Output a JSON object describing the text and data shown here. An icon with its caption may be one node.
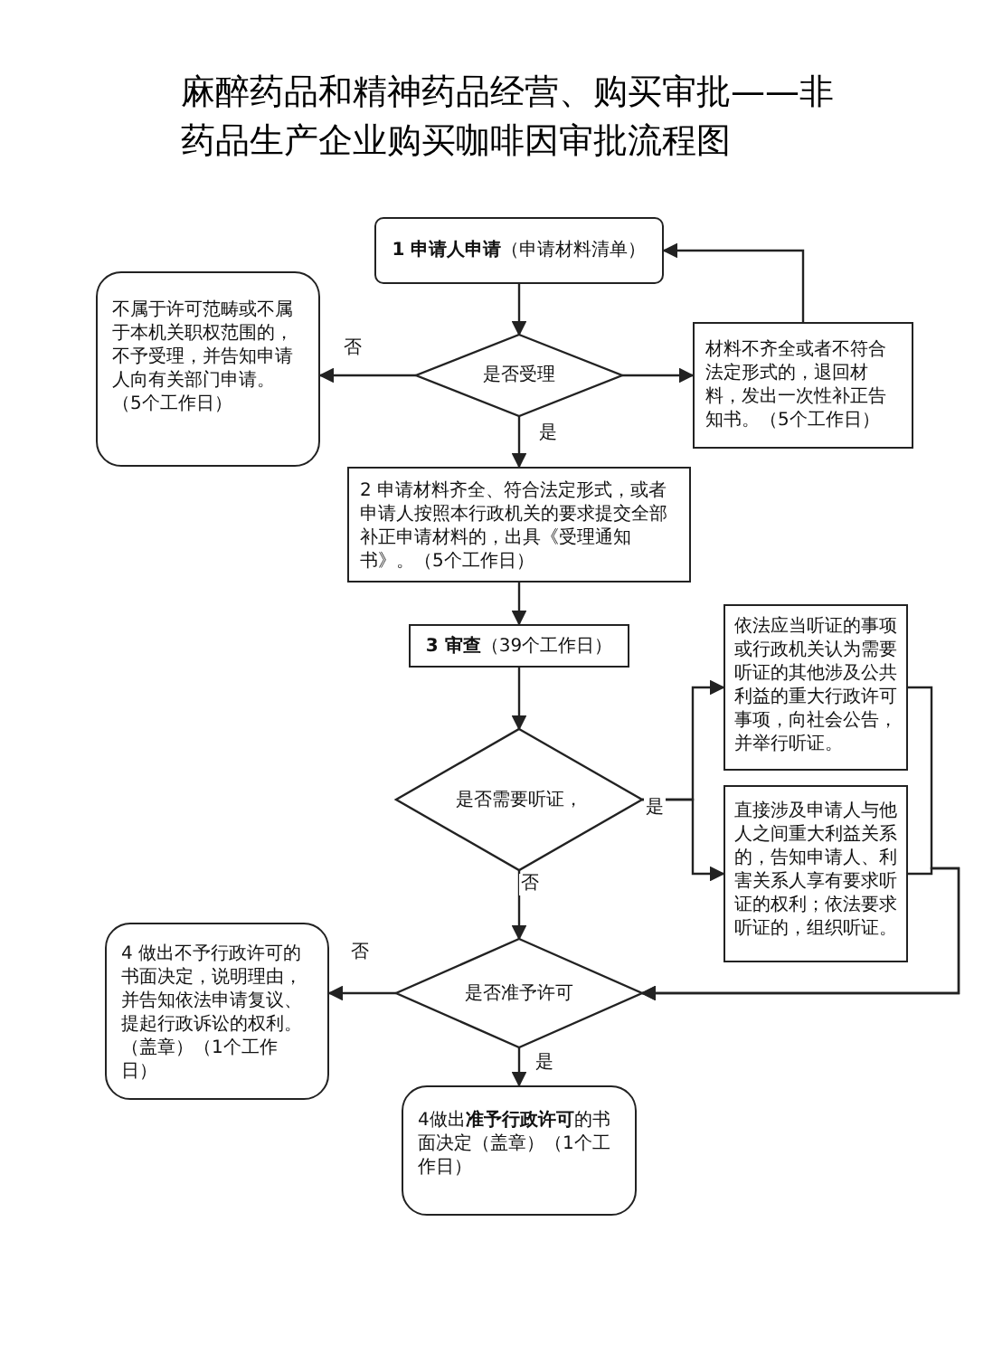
{
  "diagram": {
    "title": "麻醉药品和精神药品经营、购买审批——非药品生产企业购买咖啡因审批流程图",
    "nodes": [
      {
        "text": [
          "**1 申请人申请**（申请材料清单）"
        ]
      },
      {
        "text": [
          "不属于许可范畴或不属于本机关职权范围的，不予受理，并告知申请人向有关部门申请。（5个工作日）"
        ]
      },
      {
        "text": [
          "是否受理"
        ]
      },
      {
        "text": [
          "材料不齐全或者不符合法定形式的，退回材料，发出一次性补正告知书。（5个工作日）"
        ]
      },
      {
        "text": [
          "2 申请材料齐全、符合法定形式，或者申请人按照本行政机关的要求提交全部补正申请材料的，出具《受理通知书》。（5个工作日）"
        ]
      },
      {
        "text": [
          "**3 审查**（39个工作日）"
        ]
      },
      {
        "text": [
          "是否需要听证，"
        ]
      },
      {
        "text": [
          "依法应当听证的事项或行政机关认为需要听证的其他涉及公共利益的重大行政许可事项，向社会公告，并举行听证。"
        ]
      },
      {
        "text": [
          "直接涉及申请人与他人之间重大利益关系的，告知申请人、利害关系人享有要求听证的权利；依法要求听证的，组织听证。"
        ]
      },
      {
        "text": [
          "是否准予许可"
        ]
      },
      {
        "text": [
          "4 做出不予行政许可的书面决定，说明理由，并告知依法申请复议、提起行政诉讼的权利。（盖章）（1个工作日）"
        ]
      },
      {
        "text": [
          "4做出**准予行政许可**的书面决定（盖章）（1个工作日）"
        ]
      }
    ],
    "edges": [
      {
        "from": 0,
        "to": 2,
        "arrow": "to"
      },
      {
        "from": 2,
        "to": 1,
        "arrow": "to",
        "label": "否"
      },
      {
        "from": 2,
        "to": 3,
        "arrow": "to"
      },
      {
        "from": 2,
        "to": 4,
        "arrow": "to",
        "label": "是"
      },
      {
        "from": 3,
        "to": 0,
        "arrow": "to"
      },
      {
        "from": 4,
        "to": 5,
        "arrow": "to"
      },
      {
        "from": 5,
        "to": 6,
        "arrow": "to"
      },
      {
        "from": 6,
        "to": 7,
        "arrow": "to",
        "label": "是"
      },
      {
        "from": 6,
        "to": 8,
        "arrow": "to"
      },
      {
        "from": 6,
        "to": 9,
        "arrow": "to",
        "label": "否"
      },
      {
        "from": 7,
        "to": 9,
        "arrow": "to"
      },
      {
        "from": 8,
        "to": 9,
        "arrow": "to"
      },
      {
        "from": 9,
        "to": 10,
        "arrow": "to",
        "label": "否"
      },
      {
        "from": 9,
        "to": 11,
        "arrow": "to",
        "label": "是"
      }
    ]
  }
}
